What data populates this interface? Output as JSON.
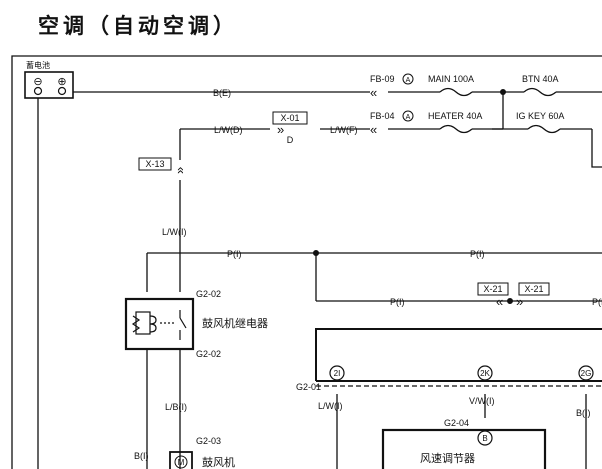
{
  "title": "空调（自动空调）",
  "battery": {
    "label": "蓄电池",
    "neg": "⊖",
    "pos": "⊕"
  },
  "wires": {
    "be": "B(E)",
    "lwd": "L/W(D)",
    "lwf": "L/W(F)",
    "lwi_a": "L/W(I)",
    "p1": "P(I)",
    "p2": "P(I)",
    "p3": "P(I)",
    "p4": "P(I)",
    "lbi": "L/B(I)",
    "bi1": "B(I)",
    "lwi_b": "L/W(I)",
    "vwi": "V/W(I)",
    "bi2": "B(I)"
  },
  "fuses": {
    "main_ref": "FB-09",
    "main_circle": "A",
    "main_label": "MAIN 100A",
    "heater_ref": "FB-04",
    "heater_circle": "A",
    "heater_label": "HEATER 40A",
    "btn_label": "BTN 40A",
    "igkey_label": "IG KEY 60A"
  },
  "connectors": {
    "x01": "X-01",
    "x01_pin": "D",
    "x13": "X-13",
    "x21a": "X-21",
    "x21b": "X-21",
    "g202_top": "G2-02",
    "g202_bot": "G2-02",
    "g203": "G2-03",
    "g201": "G2-01",
    "g204": "G2-04",
    "pin_2i": "2I",
    "pin_2k": "2K",
    "pin_2g": "2G",
    "pin_b": "B"
  },
  "components": {
    "relay": "鼓风机继电器",
    "motor": "鼓风机",
    "motor_icon": "M",
    "speed_ctrl": "风速调节器"
  }
}
